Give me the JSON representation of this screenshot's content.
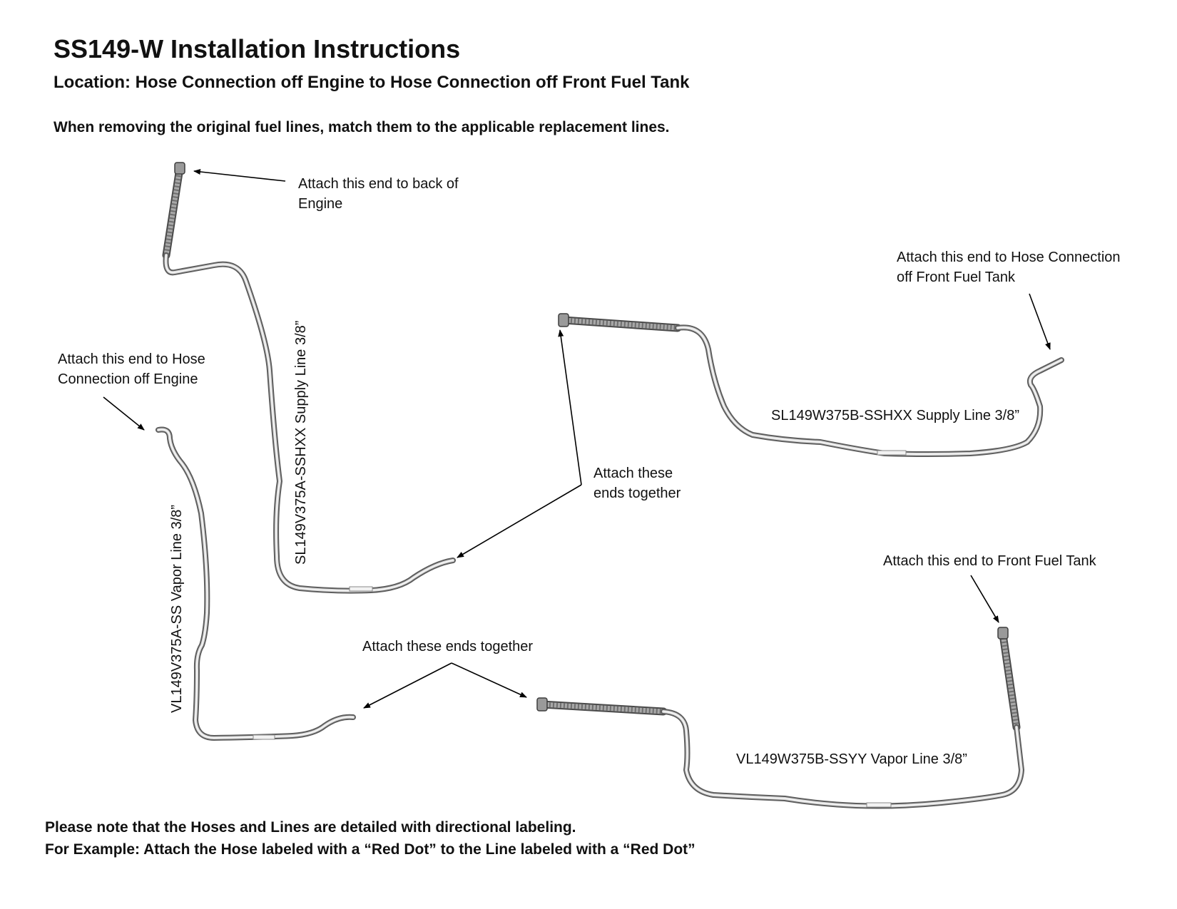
{
  "header": {
    "title": "SS149-W Installation Instructions",
    "subtitle": "Location: Hose Connection off Engine to Hose Connection off Front Fuel Tank",
    "instruction": "When removing the original fuel lines, match them to the applicable replacement lines."
  },
  "callouts": {
    "back_of_engine": [
      "Attach this end to back of",
      "Engine"
    ],
    "hose_connection_engine": [
      "Attach this end to Hose",
      "Connection off Engine"
    ],
    "front_fuel_tank_hose": [
      "Attach this end to Hose Connection",
      "off Front Fuel Tank"
    ],
    "ends_together_supply": [
      "Attach these",
      "ends together"
    ],
    "front_fuel_tank": "Attach this end to Front Fuel Tank",
    "ends_together_vapor": "Attach these ends together"
  },
  "parts": {
    "supply_a": "SL149V375A-SSHXX Supply Line 3/8”",
    "supply_b": "SL149W375B-SSHXX Supply Line 3/8”",
    "vapor_a": "VL149V375A-SS Vapor Line 3/8”",
    "vapor_b": "VL149W375B-SSYY Vapor Line 3/8”"
  },
  "footer": {
    "note_1": "Please note that the Hoses and Lines are detailed with directional labeling.",
    "note_2": "For Example: Attach the Hose labeled with a “Red Dot” to the Line labeled with a “Red Dot”"
  }
}
